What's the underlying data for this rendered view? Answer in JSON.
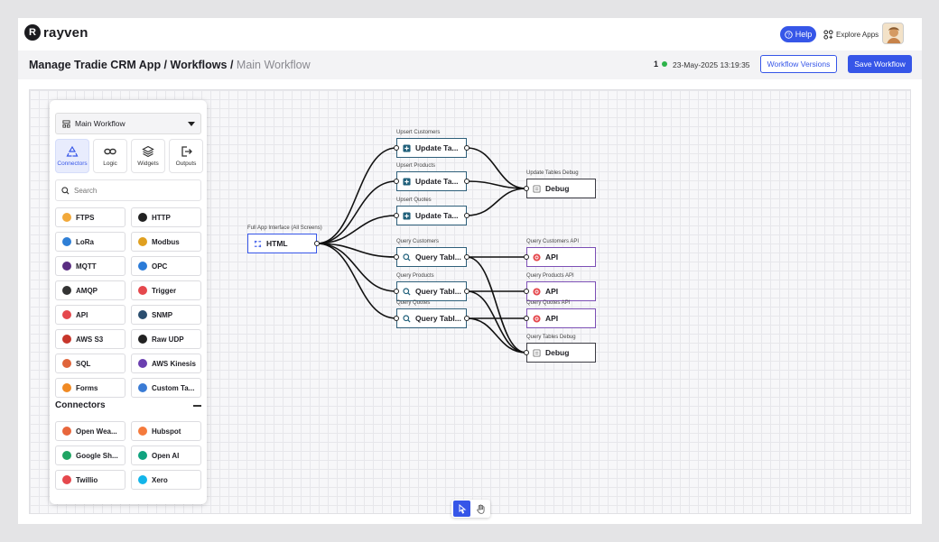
{
  "app": {
    "logo_letter": "R",
    "logo_text": "rayven"
  },
  "topbar": {
    "help_label": "Help",
    "explore_label": "Explore Apps"
  },
  "header": {
    "title_main": "Manage Tradie CRM App / Workflows",
    "title_separator": " / ",
    "title_current": "Main Workflow",
    "status_count": "1",
    "datetime": "23-May-2025 13:19:35",
    "versions_label": "Workflow Versions",
    "save_label": "Save Workflow"
  },
  "colors": {
    "accent": "#3656e8",
    "status_ok": "#2db34a",
    "node_border": "#2e5f7a",
    "api_border": "#7c4fb5"
  },
  "palette": {
    "workflow_name": "Main Workflow",
    "tabs": [
      {
        "label": "Connectors",
        "icon": "recycle-icon"
      },
      {
        "label": "Logic",
        "icon": "link-icon"
      },
      {
        "label": "Widgets",
        "icon": "layers-icon"
      },
      {
        "label": "Outputs",
        "icon": "exit-icon"
      }
    ],
    "search_placeholder": "Search",
    "items": [
      {
        "label": "FTPS",
        "color": "#f2a93b"
      },
      {
        "label": "HTTP",
        "color": "#222222"
      },
      {
        "label": "LoRa",
        "color": "#2f7fd6"
      },
      {
        "label": "Modbus",
        "color": "#e0a020"
      },
      {
        "label": "MQTT",
        "color": "#5a2d82"
      },
      {
        "label": "OPC",
        "color": "#2b7bd8"
      },
      {
        "label": "AMQP",
        "color": "#333333"
      },
      {
        "label": "Trigger",
        "color": "#e5484d"
      },
      {
        "label": "API",
        "color": "#e5484d"
      },
      {
        "label": "SNMP",
        "color": "#2a4d6e"
      },
      {
        "label": "AWS S3",
        "color": "#c7362b"
      },
      {
        "label": "Raw UDP",
        "color": "#222222"
      },
      {
        "label": "SQL",
        "color": "#e0643a"
      },
      {
        "label": "AWS Kinesis",
        "color": "#6b3fb0"
      },
      {
        "label": "Forms",
        "color": "#f08a24"
      },
      {
        "label": "Custom Ta...",
        "color": "#3a7bd5"
      }
    ],
    "section_title": "Connectors",
    "connectors": [
      {
        "label": "Open Wea...",
        "color": "#e8663c"
      },
      {
        "label": "Hubspot",
        "color": "#f57a3c"
      },
      {
        "label": "Google Sh...",
        "color": "#1fa463"
      },
      {
        "label": "Open AI",
        "color": "#10a37f"
      },
      {
        "label": "Twillio",
        "color": "#e5484d"
      },
      {
        "label": "Xero",
        "color": "#13b5ea"
      }
    ]
  },
  "nodes": [
    {
      "id": "html",
      "label": "HTML",
      "caption": "Full App Interface (All Screens)",
      "kind": "html"
    },
    {
      "id": "up_customers",
      "label": "Update Ta...",
      "caption": "Upsert Customers",
      "kind": "update"
    },
    {
      "id": "up_products",
      "label": "Update Ta...",
      "caption": "Upsert Products",
      "kind": "update"
    },
    {
      "id": "up_quotes",
      "label": "Update Ta...",
      "caption": "Upsert Quotes",
      "kind": "update"
    },
    {
      "id": "debug_top",
      "label": "Debug",
      "caption": "Update Tables Debug",
      "kind": "debug"
    },
    {
      "id": "q_customers",
      "label": "Query Tabl...",
      "caption": "Query Customers",
      "kind": "query"
    },
    {
      "id": "q_products",
      "label": "Query Tabl...",
      "caption": "Query Products",
      "kind": "query"
    },
    {
      "id": "q_quotes",
      "label": "Query Tabl...",
      "caption": "Query Quotes",
      "kind": "query"
    },
    {
      "id": "api_customers",
      "label": "API",
      "caption": "Query Customers API",
      "kind": "api"
    },
    {
      "id": "api_products",
      "label": "API",
      "caption": "Query Products API",
      "kind": "api"
    },
    {
      "id": "api_quotes",
      "label": "API",
      "caption": "Query Quotes API",
      "kind": "api"
    },
    {
      "id": "debug_bottom",
      "label": "Debug",
      "caption": "Query Tables Debug",
      "kind": "debug"
    }
  ],
  "edges": [
    [
      "html",
      "up_customers"
    ],
    [
      "html",
      "up_products"
    ],
    [
      "html",
      "up_quotes"
    ],
    [
      "html",
      "q_customers"
    ],
    [
      "html",
      "q_products"
    ],
    [
      "html",
      "q_quotes"
    ],
    [
      "up_customers",
      "debug_top"
    ],
    [
      "up_products",
      "debug_top"
    ],
    [
      "up_quotes",
      "debug_top"
    ],
    [
      "q_customers",
      "api_customers"
    ],
    [
      "q_products",
      "api_products"
    ],
    [
      "q_quotes",
      "api_quotes"
    ],
    [
      "q_customers",
      "debug_bottom"
    ],
    [
      "q_products",
      "debug_bottom"
    ],
    [
      "q_quotes",
      "debug_bottom"
    ]
  ],
  "toolbar": {
    "tools": [
      "pointer-icon",
      "hand-icon"
    ]
  }
}
